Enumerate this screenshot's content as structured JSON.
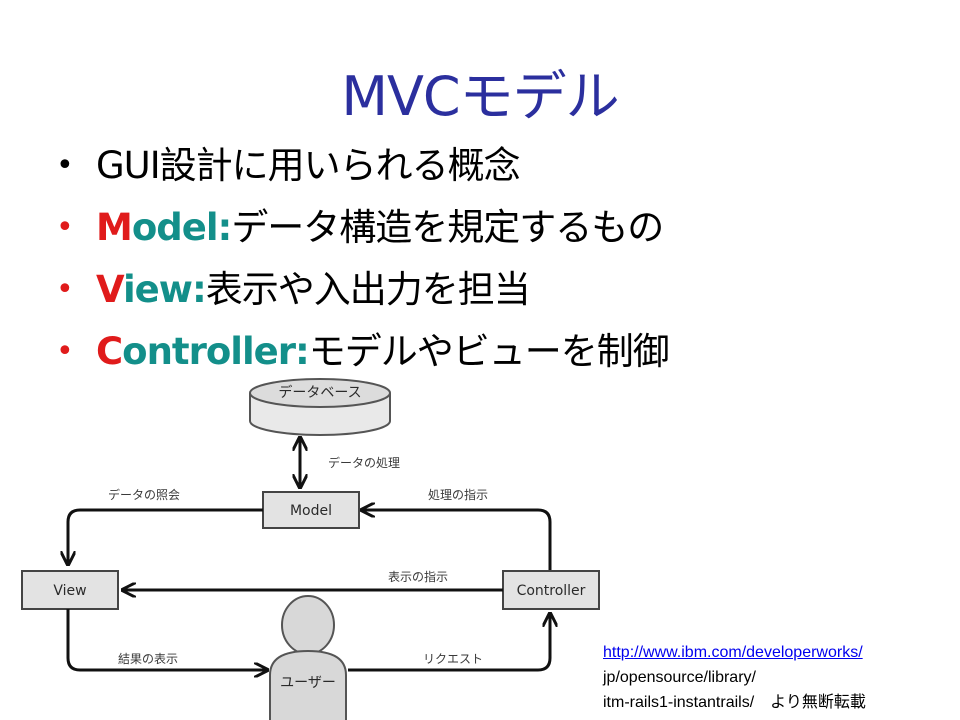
{
  "title": "MVCモデル",
  "bullets": [
    {
      "dot_color": "#000000",
      "head": "",
      "rest": "GUI設計に用いられる概念"
    },
    {
      "dot_color": "#e01b1b",
      "head_initial": "M",
      "head_rest": "odel:",
      "rest": "データ構造を規定するもの"
    },
    {
      "dot_color": "#e01b1b",
      "head_initial": "V",
      "head_rest": "iew:",
      "rest": "表示や入出力を担当"
    },
    {
      "dot_color": "#e01b1b",
      "head_initial": "C",
      "head_rest": "ontroller:",
      "rest": "モデルやビューを制御"
    }
  ],
  "diagram": {
    "database": "データベース",
    "model": "Model",
    "view": "View",
    "controller": "Controller",
    "user": "ユーザー",
    "edge_data_processing": "データの処理",
    "edge_data_query": "データの照会",
    "edge_processing_instruction": "処理の指示",
    "edge_display_instruction": "表示の指示",
    "edge_result_display": "結果の表示",
    "edge_request": "リクエスト"
  },
  "source": {
    "link": "http://www.ibm.com/developerworks/",
    "line2": "jp/opensource/library/",
    "line3": "itm-rails1-instantrails/　より無断転載"
  },
  "colors": {
    "title": "#2b2f9e",
    "accent_red": "#e01b1b",
    "accent_teal": "#138f8a",
    "link": "#0000ee"
  }
}
